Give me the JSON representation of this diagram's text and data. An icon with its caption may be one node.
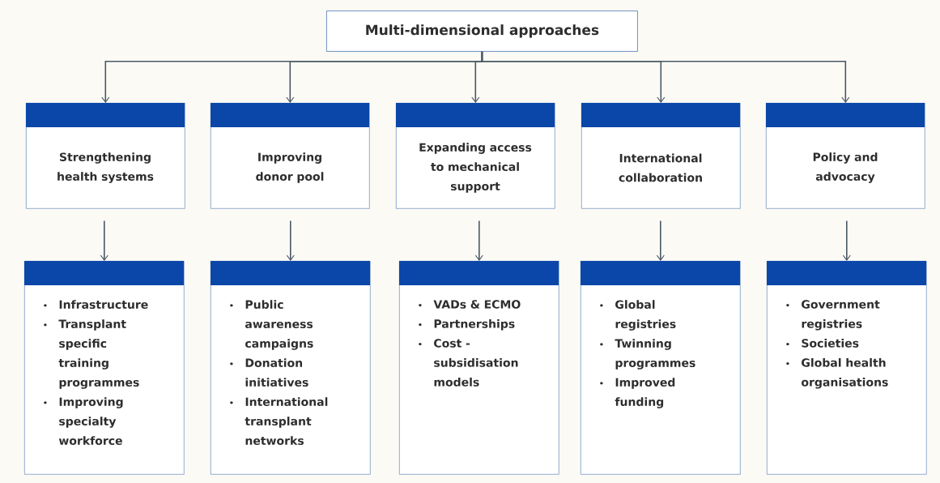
{
  "diagram": {
    "nodes": [
      {
        "text": [
          "Multi-dimensional approaches"
        ]
      },
      {
        "text": [
          "Strengthening health systems"
        ]
      },
      {
        "text": [
          "Improving donor pool"
        ]
      },
      {
        "text": [
          "Expanding access to mechanical support"
        ]
      },
      {
        "text": [
          "International collaboration"
        ]
      },
      {
        "text": [
          "Policy and advocacy"
        ]
      },
      {
        "text": [
          "Infrastructure",
          "Transplant specific training programmes",
          "Improving specialty workforce"
        ]
      },
      {
        "text": [
          "Public awareness campaigns",
          "Donation initiatives",
          "International transplant networks"
        ]
      },
      {
        "text": [
          "VADs & ECMO",
          "Partnerships",
          "Cost - subsidisation models"
        ]
      },
      {
        "text": [
          "Global registries",
          "Twinning programmes",
          "Improved funding"
        ]
      },
      {
        "text": [
          "Government registries",
          "Societies",
          "Global health organisations"
        ]
      }
    ],
    "edges": [
      {
        "from": 0,
        "to": 1,
        "arrow": "to"
      },
      {
        "from": 0,
        "to": 2,
        "arrow": "to"
      },
      {
        "from": 0,
        "to": 3,
        "arrow": "to"
      },
      {
        "from": 0,
        "to": 4,
        "arrow": "to"
      },
      {
        "from": 0,
        "to": 5,
        "arrow": "to"
      },
      {
        "from": 1,
        "to": 6,
        "arrow": "to"
      },
      {
        "from": 2,
        "to": 7,
        "arrow": "to"
      },
      {
        "from": 3,
        "to": 8,
        "arrow": "to"
      },
      {
        "from": 4,
        "to": 9,
        "arrow": "to"
      },
      {
        "from": 5,
        "to": 10,
        "arrow": "to"
      }
    ]
  }
}
